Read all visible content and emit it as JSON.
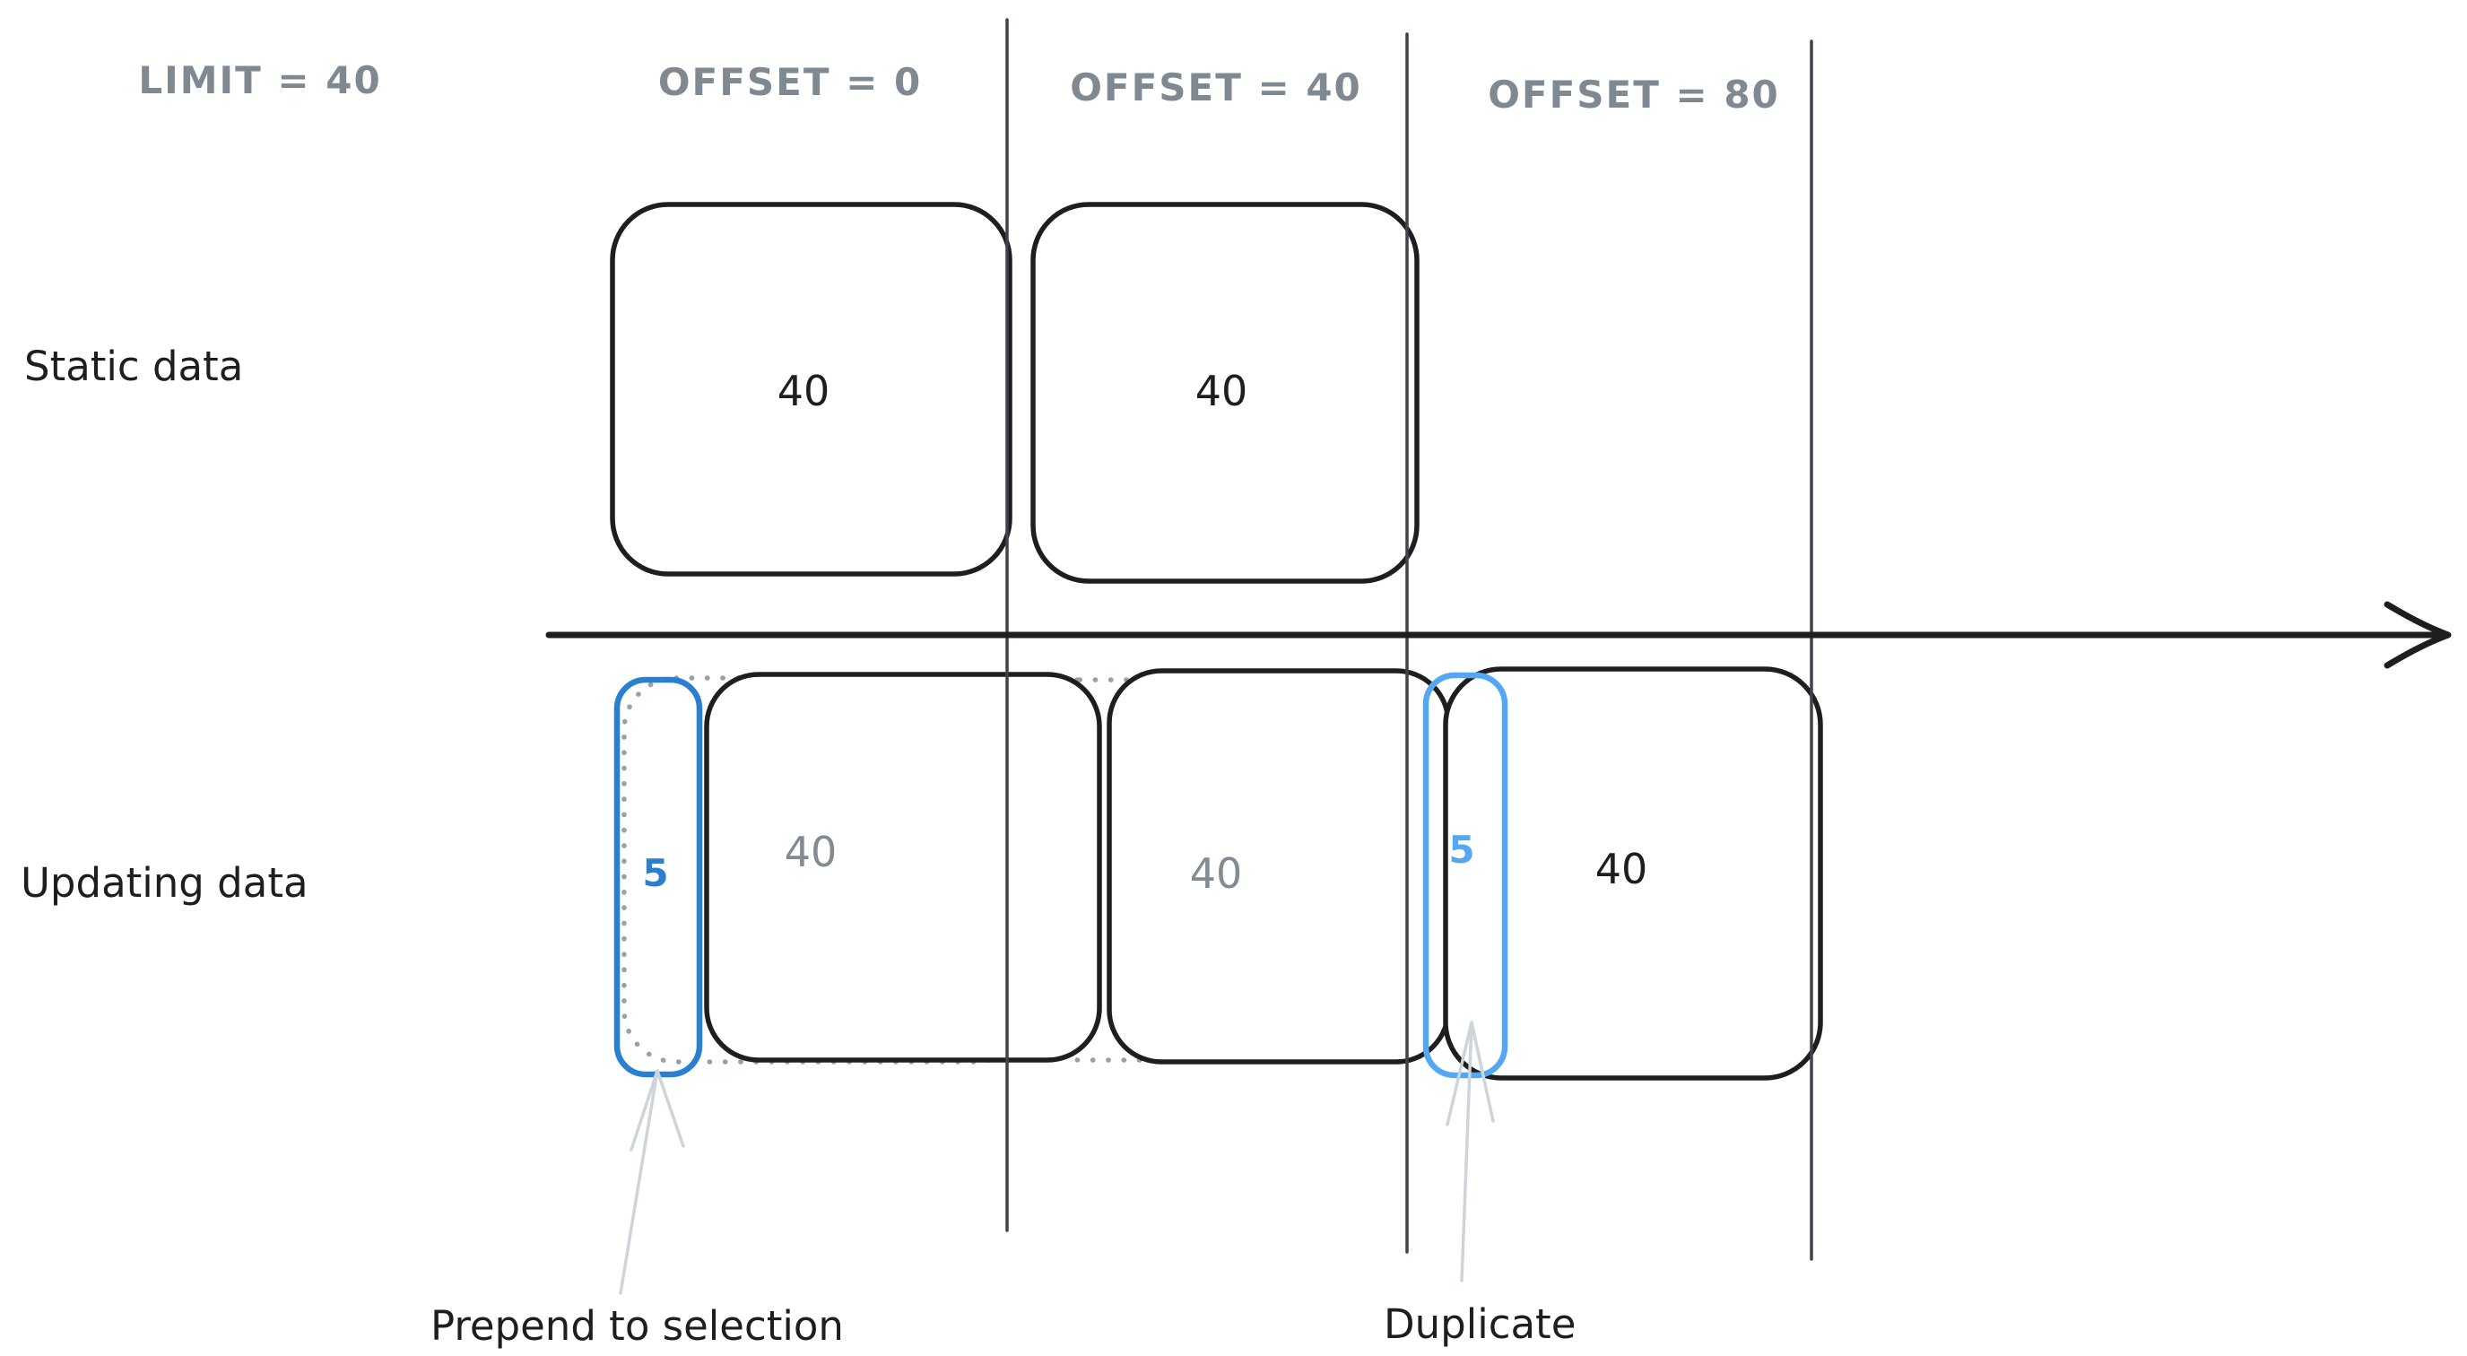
{
  "diagram": {
    "headers": {
      "limit": "LIMIT = 40",
      "offsets": [
        {
          "label": "OFFSET = 0"
        },
        {
          "label": "OFFSET = 40"
        },
        {
          "label": "OFFSET = 80"
        }
      ]
    },
    "rows": {
      "static": {
        "label": "Static data",
        "boxes": [
          {
            "value": "40"
          },
          {
            "value": "40"
          }
        ]
      },
      "updating": {
        "label": "Updating data",
        "boxes": [
          {
            "value": "5",
            "kind": "prepended-selection"
          },
          {
            "value": "40",
            "kind": "page"
          },
          {
            "value": "40",
            "kind": "page"
          },
          {
            "value": "5",
            "kind": "duplicate"
          },
          {
            "value": "40",
            "kind": "page"
          }
        ]
      }
    },
    "annotations": {
      "prepend": "Prepend to selection",
      "duplicate": "Duplicate"
    },
    "colors": {
      "ink": "#1e1e1e",
      "muted_header_gray": "#7f8992",
      "muted_value_gray": "#828a92",
      "grid_line_gray": "#3d444b",
      "dotted_ghost_gray": "#99a1a8",
      "accent_blue_dark": "#2a7fd0",
      "accent_blue_light": "#54a8f1",
      "annotation_arrow_gray": "#ced4d9"
    }
  }
}
